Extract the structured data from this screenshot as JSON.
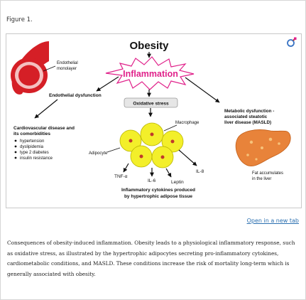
{
  "figure_label": "Figure 1.",
  "open_link": "Open in a new tab",
  "diagram": {
    "title": "Obesity",
    "inflammation": "Inflammation",
    "endothelial_label_1": "Endothelial",
    "endothelial_label_2": "monolayer",
    "endothelial_dysfunction": "Endothelial dysfunction",
    "oxidative_stress": "Oxidative stress",
    "macrophage": "Macrophage",
    "adipocyte": "Adipocyte",
    "cvd_title_1": "Cardiovascular disease and",
    "cvd_title_2": "its comorbidities",
    "cvd_items": [
      "hypertension",
      "dyslipidemia",
      "type 2 diabetes",
      "insulin resistance"
    ],
    "masld_1": "Metabolic dysfunction -",
    "masld_2": "associated steatotic",
    "masld_3": "liver disease (MASLD)",
    "tnf": "TNF-α",
    "il6": "IL-6",
    "leptin": "Leptin",
    "il8": "IL-8",
    "cytokines_1": "Inflammatory cytokines produced",
    "cytokines_2": "by hypertrophic adipose tissue",
    "fat_1": "Fat accumulates",
    "fat_2": "in the liver"
  },
  "caption": "Consequences of obesity-induced inflammation. Obesity leads to a physiological inflammatory response, such as oxidative stress, as illustrated by the hypertrophic adipocytes secreting pro-inflammatory cytokines, cardiometabolic conditions, and MASLD. These conditions increase the risk of mortality long-term which is generally associated with obesity.",
  "colors": {
    "inflammation": "#e0218a",
    "vessel": "#d51f26",
    "adipocyte": "#f3ef2a",
    "liver": "#e8833a",
    "link": "#2a6fb0"
  }
}
